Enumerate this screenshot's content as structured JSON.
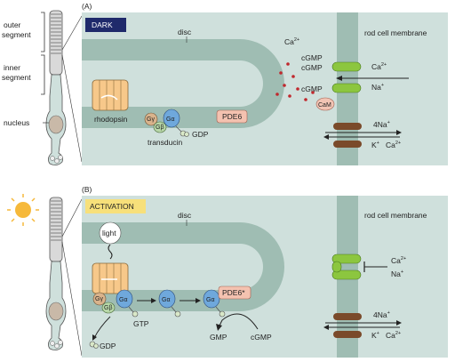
{
  "left": {
    "outer_segment": "outer\nsegment",
    "inner_segment": "inner\nsegment",
    "nucleus": "nucleus"
  },
  "panel_a": {
    "panel_label": "(A)",
    "badge": "DARK",
    "disc": "disc",
    "rod_membrane": "rod cell membrane",
    "rhodopsin": "rhodopsin",
    "transducin": "transducin",
    "ggamma": "Gγ",
    "gbeta": "Gβ",
    "galpha": "Gα",
    "gdp": "GDP",
    "pde6": "PDE6",
    "ca2": "Ca",
    "ca2_sup": "2+",
    "cgmp1": "cGMP",
    "cgmp2": "cGMP",
    "cgmp3": "cGMP",
    "cam": "CaM",
    "ion_ca": "Ca",
    "ion_ca_sup": "2+",
    "ion_na": "Na",
    "ion_na_sup": "+",
    "exch_4na": "4Na",
    "exch_4na_sup": "+",
    "exch_k": "K",
    "exch_k_sup": "+",
    "exch_ca": "Ca",
    "exch_ca_sup": "2+"
  },
  "panel_b": {
    "panel_label": "(B)",
    "badge": "ACTIVATION",
    "disc": "disc",
    "rod_membrane": "rod cell membrane",
    "light": "light",
    "ggamma": "Gγ",
    "gbeta": "Gβ",
    "galpha1": "Gα",
    "galpha2": "Gα",
    "galpha3": "Gα",
    "gtp": "GTP",
    "gdp": "GDP",
    "pde6_active": "PDE6*",
    "gmp": "GMP",
    "cgmp": "cGMP",
    "ion_ca": "Ca",
    "ion_ca_sup": "2+",
    "ion_na": "Na",
    "ion_na_sup": "+",
    "exch_4na": "4Na",
    "exch_4na_sup": "+",
    "exch_k": "K",
    "exch_k_sup": "+",
    "exch_ca": "Ca",
    "exch_ca_sup": "2+"
  },
  "colors": {
    "cytoplasm": "#cfe0dc",
    "membrane": "#9fbdb3",
    "disc": "#9fbdb3",
    "channel": "#8cc63f",
    "exchanger": "#7a4a2a",
    "rhodopsin": "#f7c88a",
    "galpha": "#6fa8dc",
    "gbeta": "#b7d7a8",
    "ggamma": "#d9b38c",
    "pde6": "#f4c2b0",
    "cam": "#f2c4b4",
    "ca_dot": "#c0282d",
    "dark_badge": "#1f2a6b",
    "act_badge": "#f7e07a"
  }
}
